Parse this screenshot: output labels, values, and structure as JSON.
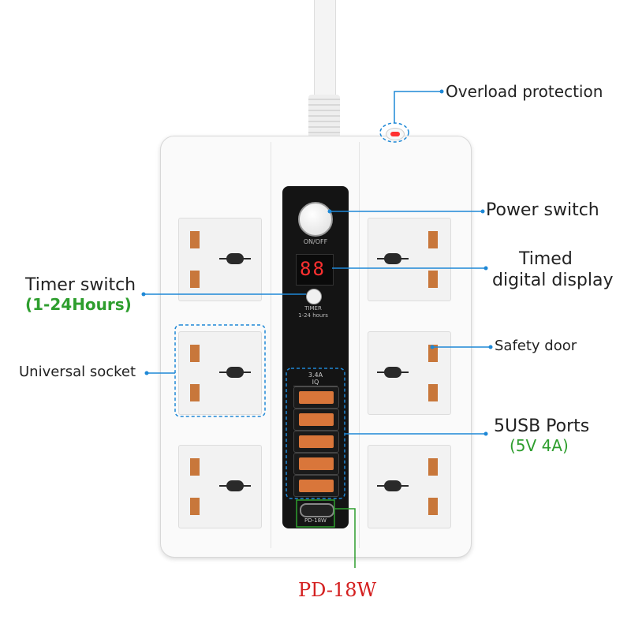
{
  "labels": {
    "overload": "Overload protection",
    "power_switch": "Power switch",
    "timed_line1": "Timed",
    "timed_line2": "digital display",
    "timer_switch": "Timer switch",
    "timer_range": "(1-24Hours)",
    "universal_socket": "Universal socket",
    "safety_door": "Safety door",
    "usb_ports": "5USB Ports",
    "usb_spec": "(5V 4A)",
    "pd": "PD-18W"
  },
  "panel": {
    "onoff": "ON/OFF",
    "display": "88",
    "timer": "TIMER",
    "timer_hours": "1-24 hours",
    "usb_current": "3.4A",
    "usb_iq": "IQ",
    "pd_small": "PD-18W"
  },
  "colors": {
    "accent_blue": "#1e88d6",
    "green_text": "#2e9e2e",
    "pd_red": "#d42020",
    "pin_orange": "#c8773b",
    "led_red": "#ff3030"
  },
  "icons": [
    "power-button-icon",
    "timer-button-icon",
    "usb-c-icon",
    "overload-reset-icon"
  ]
}
